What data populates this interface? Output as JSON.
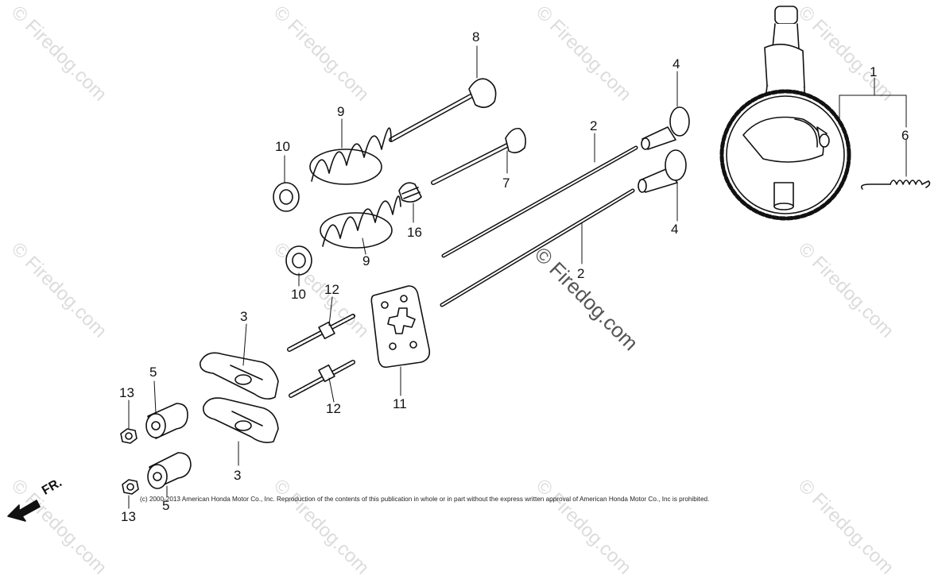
{
  "watermark": {
    "text": "© Firedog.com"
  },
  "center_watermark": {
    "text": "© Firedog.com"
  },
  "copyright": {
    "text": "(c) 2000-2013 American Honda Motor Co., Inc. Reproduction of the contents of this publication in whole or in part without the express written approval of American Honda Motor Co., Inc is prohibited."
  },
  "direction": {
    "label": "FR."
  },
  "callouts": {
    "c1": "1",
    "c2a": "2",
    "c2b": "2",
    "c3a": "3",
    "c3b": "3",
    "c4a": "4",
    "c4b": "4",
    "c5a": "5",
    "c5b": "5",
    "c6": "6",
    "c7": "7",
    "c8": "8",
    "c9a": "9",
    "c9b": "9",
    "c10a": "10",
    "c10b": "10",
    "c11": "11",
    "c12a": "12",
    "c12b": "12",
    "c13a": "13",
    "c13b": "13",
    "c16": "16"
  }
}
